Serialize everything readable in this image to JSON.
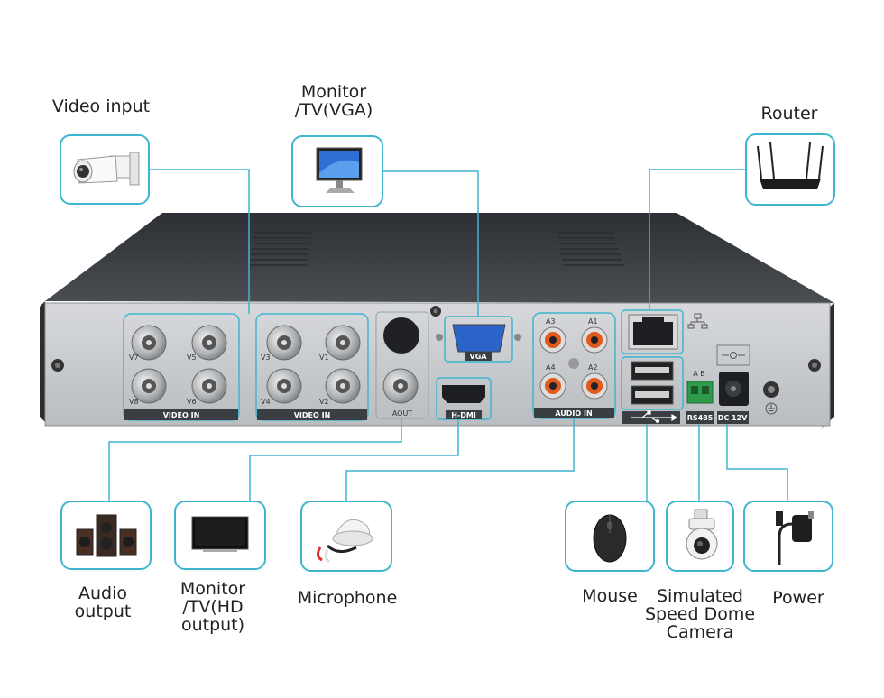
{
  "devices": {
    "video_input": "Video input",
    "monitor_vga": [
      "Monitor",
      "/TV(VGA)"
    ],
    "router": "Router",
    "audio_output": [
      "Audio",
      "output"
    ],
    "monitor_hd": [
      "Monitor",
      "/TV(HD",
      "output)"
    ],
    "microphone": "Microphone",
    "mouse": "Mouse",
    "dome_camera": [
      "Simulated",
      "Speed Dome",
      "Camera"
    ],
    "power": "Power"
  },
  "panel": {
    "video_in_left": "VIDEO IN",
    "video_in_right": "VIDEO IN",
    "aout": "AOUT",
    "vga": "VGA",
    "hdmi": "H-DMI",
    "audio_in": "AUDIO IN",
    "rs485": "RS485",
    "rs485_ab": "A  B",
    "dc": "DC 12V",
    "ch": [
      "V7",
      "V5",
      "V8",
      "V6",
      "V3",
      "V1",
      "V4",
      "V2"
    ],
    "audio_ch": [
      "A3",
      "A1",
      "A4",
      "A2"
    ]
  },
  "colors": {
    "accent": "#3fb6cf",
    "panel": "#c9ccd0",
    "chassis": "#3a3d41"
  },
  "icons": [
    "camera-icon",
    "monitor-icon",
    "router-icon",
    "speaker-icon",
    "tv-icon",
    "microphone-icon",
    "mouse-icon",
    "dome-camera-icon",
    "power-adapter-icon",
    "network-icon",
    "usb-icon",
    "ground-icon"
  ]
}
